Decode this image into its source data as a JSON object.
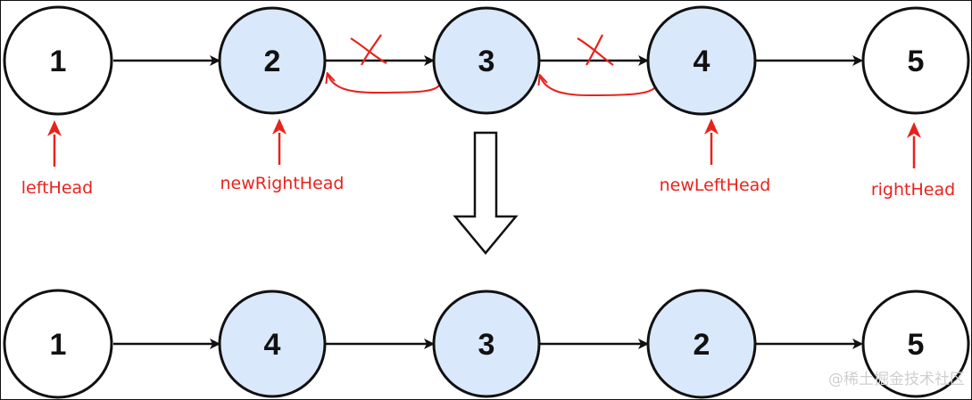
{
  "diagram": {
    "top_row": {
      "nodes": [
        {
          "label": "1",
          "highlighted": false
        },
        {
          "label": "2",
          "highlighted": true
        },
        {
          "label": "3",
          "highlighted": true
        },
        {
          "label": "4",
          "highlighted": true
        },
        {
          "label": "5",
          "highlighted": false
        }
      ],
      "pointers": [
        "leftHead",
        "newRightHead",
        "newLeftHead",
        "rightHead"
      ]
    },
    "bottom_row": {
      "nodes": [
        {
          "label": "1",
          "highlighted": false
        },
        {
          "label": "4",
          "highlighted": true
        },
        {
          "label": "3",
          "highlighted": true
        },
        {
          "label": "2",
          "highlighted": true
        },
        {
          "label": "5",
          "highlighted": false
        }
      ]
    },
    "watermark": "@稀土掘金技术社区",
    "colors": {
      "node_fill_highlight": "#dae8fc",
      "node_fill_plain": "#ffffff",
      "stroke": "#111111",
      "annotation": "#e8231c"
    }
  }
}
